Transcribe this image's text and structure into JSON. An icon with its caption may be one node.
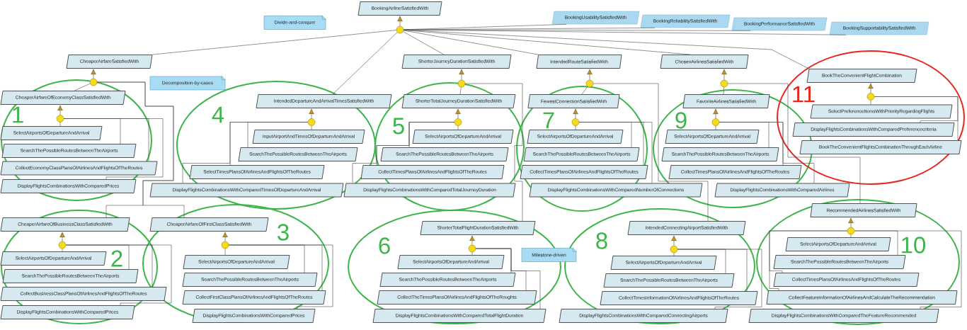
{
  "diagram": {
    "nodes": [
      {
        "text": [
          "BookingAirlineSatisfiedWith"
        ]
      },
      {
        "text": [],
        "shape": "circle"
      },
      {
        "text": [
          "Divide-and-conquer"
        ]
      },
      {
        "text": [
          "BookingUsabilitySatisfiedWith"
        ]
      },
      {
        "text": [
          "BookingReliabilitySatisfiedWith"
        ]
      },
      {
        "text": [
          "BookingPerformanceSatisfiedWith"
        ]
      },
      {
        "text": [
          "BookingSupportabilitySatisfiedWith"
        ]
      },
      {
        "text": [
          "CheaperAirfareSatisfiedWith"
        ]
      },
      {
        "text": [],
        "shape": "circle"
      },
      {
        "text": [
          "Decomposition-by-cases"
        ]
      },
      {
        "text": [
          "ShorterJourneyDurationSatisfiedWith"
        ]
      },
      {
        "text": [],
        "shape": "circle"
      },
      {
        "text": [
          "IntendedRouteSatisfiedWith"
        ]
      },
      {
        "text": [],
        "shape": "circle"
      },
      {
        "text": [
          "ChosenAirlinesSatisfiedWith"
        ]
      },
      {
        "text": [],
        "shape": "circle"
      },
      {
        "text": [
          "CheaperAirfareOfEconomyClassSatisfiedWith"
        ]
      },
      {
        "text": [],
        "shape": "circle"
      },
      {
        "text": [
          "SelectAirportsOfDepartureAndArrival"
        ]
      },
      {
        "text": [
          "SearchThePossibleRoutesBetweenTheAirports"
        ]
      },
      {
        "text": [
          "CollectEconomyClassPlansOfAirlinesAndFlightsOfTheRoutes"
        ]
      },
      {
        "text": [
          "DisplayFlightsCombinationsWithComparedPrices"
        ]
      },
      {
        "text": [
          "IntendedDepartureAndArrivalTimesSatisfiedWith"
        ]
      },
      {
        "text": [],
        "shape": "circle"
      },
      {
        "text": [
          "InputAirportAndTimesOfDepartureAndArrival"
        ]
      },
      {
        "text": [
          "SearchThePossibleRoutesBetweenTheAirports"
        ]
      },
      {
        "text": [
          "SelectTimesPlansOfAirlinesAndFlightsOfTheRoutes"
        ]
      },
      {
        "text": [
          "DisplayFlightsCombinationsWithComparedTimesOfDepartureAndArrival"
        ]
      },
      {
        "text": [
          "ShorterTotalJourneyDurationSatisfiedWith"
        ]
      },
      {
        "text": [],
        "shape": "circle"
      },
      {
        "text": [
          "SelectAirportsOfDepartureAndArrival"
        ]
      },
      {
        "text": [
          "SearchThePossibleRoutesBetweenTheAirports"
        ]
      },
      {
        "text": [
          "CollectTimesPlansOfAirlinesAndFlightsOfTheRoutes"
        ]
      },
      {
        "text": [
          "DisplayFlightsCombinationsWithComparedTotalJourneyDuration"
        ]
      },
      {
        "text": [
          "FewestConnectionSatisfiedWith"
        ]
      },
      {
        "text": [],
        "shape": "circle"
      },
      {
        "text": [
          "SelectAirportsOfDepartureAndArrival"
        ]
      },
      {
        "text": [
          "SearchThePossibleRoutesBetweenTheAirports"
        ]
      },
      {
        "text": [
          "CollectTimesPlansOfAirlinesAndFlightsOfTheRoutes"
        ]
      },
      {
        "text": [
          "DisplayFlightsCombinationsWithComparedNumberOfConnections"
        ]
      },
      {
        "text": [
          "FavoriteAirlinesSatisfiedWith"
        ]
      },
      {
        "text": [],
        "shape": "circle"
      },
      {
        "text": [
          "SelectAirportsOfDepartureAndArrival"
        ]
      },
      {
        "text": [
          "SearchThePossibleRoutesBetweenTheAirports"
        ]
      },
      {
        "text": [
          "CollectTimesPlansOfAirlinesAndFlightsOfTheRoutes"
        ]
      },
      {
        "text": [
          "DisplayFlightsCombinationsWithComparedAirlines"
        ]
      },
      {
        "text": [
          "BookTheConvenientFlightCombination"
        ]
      },
      {
        "text": [],
        "shape": "circle"
      },
      {
        "text": [
          "SelectPreferenceItemsWithPriorityRegardingFlights"
        ]
      },
      {
        "text": [
          "DisplayFlightsCombinationsWithComparedPreferencecriteria"
        ]
      },
      {
        "text": [
          "BookTheConvenientFlightsCombinationThroughEachAirline"
        ]
      },
      {
        "text": [
          "CheaperAirfareOfBusinessClassSatisfiedWith"
        ]
      },
      {
        "text": [],
        "shape": "circle"
      },
      {
        "text": [
          "SelectAirportsOfDepartureAndArrival"
        ]
      },
      {
        "text": [
          "SearchThePossibleRoutesBetweenTheAirports"
        ]
      },
      {
        "text": [
          "CollectBusinessClassPlansOfAirlinesAndFlightsOfTheRoutes"
        ]
      },
      {
        "text": [
          "DisplayFlightsCombinationsWithComparedPrices"
        ]
      },
      {
        "text": [
          "CheaperAirfareOfFirstClassSatisfiedWith"
        ]
      },
      {
        "text": [],
        "shape": "circle"
      },
      {
        "text": [
          "SelectAirportsOfDepartureAndArrival"
        ]
      },
      {
        "text": [
          "SearchThePossibleRoutesBetweenTheAirports"
        ]
      },
      {
        "text": [
          "CollectFirstClassPlansOfAirlinesAndFlightsOfTheRoutes"
        ]
      },
      {
        "text": [
          "DisplayFlightsCombinationsWithComparedPrices"
        ]
      },
      {
        "text": [
          "ShorterTotalFlightDurationSatisfiedWith"
        ]
      },
      {
        "text": [],
        "shape": "circle"
      },
      {
        "text": [
          "SelectAirportsOfDepartureAndArrival"
        ]
      },
      {
        "text": [
          "SearchThePossibleRoutesBetweenTheAirports"
        ]
      },
      {
        "text": [
          "CollectTheTimesPlansOfAirlinesAndFlightsOfTheRoughts"
        ]
      },
      {
        "text": [
          "DisplayFlightsCombinationsWithComparedTotalFlightDuration"
        ]
      },
      {
        "text": [
          "Milestone-driven"
        ]
      },
      {
        "text": [
          "IntendedConnectingAirportSatisfiedWith"
        ]
      },
      {
        "text": [],
        "shape": "circle"
      },
      {
        "text": [
          "SelectAirportsOfDepartureAndArrival"
        ]
      },
      {
        "text": [
          "SearchThePossibleRoutesBetweenTheAirports"
        ]
      },
      {
        "text": [
          "CollectTimesInformationOfAirlinesAndFlightsOfTheRoutes"
        ]
      },
      {
        "text": [
          "DisplayFlightsCombinationsWithComparedConnectingAirports"
        ]
      },
      {
        "text": [
          "RecommendedAirlinesSatisfiedWith"
        ]
      },
      {
        "text": [],
        "shape": "circle"
      },
      {
        "text": [
          "SelectAirportsOfDepartureAndArrival"
        ]
      },
      {
        "text": [
          "SearchThePossibleRoutesBetweenTheAirports"
        ]
      },
      {
        "text": [
          "CollectTimesPlansOfAirlinesAndFlightsOfTheRoutes"
        ]
      },
      {
        "text": [
          "CollectFeatureInformationOfAirlinesAndCalculateTheRecommendation"
        ]
      },
      {
        "text": [
          "DisplayFlightsCombinationsWithComparedTheFeatureRecommended"
        ]
      }
    ],
    "edges": [
      {
        "from": 1,
        "to": 0,
        "arrow": "to"
      },
      {
        "from": 1,
        "to": 7,
        "arrow": "none"
      },
      {
        "from": 1,
        "to": 22,
        "arrow": "none"
      },
      {
        "from": 1,
        "to": 10,
        "arrow": "none"
      },
      {
        "from": 1,
        "to": 12,
        "arrow": "none"
      },
      {
        "from": 1,
        "to": 14,
        "arrow": "none"
      },
      {
        "from": 1,
        "to": 46,
        "arrow": "none"
      },
      {
        "from": 1,
        "to": 3,
        "arrow": "none"
      },
      {
        "from": 1,
        "to": 4,
        "arrow": "none"
      },
      {
        "from": 1,
        "to": 5,
        "arrow": "none"
      },
      {
        "from": 1,
        "to": 6,
        "arrow": "none"
      },
      {
        "from": 8,
        "to": 7,
        "arrow": "to"
      },
      {
        "from": 8,
        "to": 16,
        "arrow": "none"
      },
      {
        "from": 8,
        "to": 51,
        "arrow": "none"
      },
      {
        "from": 8,
        "to": 57,
        "arrow": "none"
      },
      {
        "from": 17,
        "to": 16,
        "arrow": "to"
      },
      {
        "from": 17,
        "to": 18,
        "arrow": "none"
      },
      {
        "from": 17,
        "to": 19,
        "arrow": "none"
      },
      {
        "from": 17,
        "to": 20,
        "arrow": "none"
      },
      {
        "from": 17,
        "to": 21,
        "arrow": "none"
      },
      {
        "from": 23,
        "to": 22,
        "arrow": "to"
      },
      {
        "from": 23,
        "to": 24,
        "arrow": "none"
      },
      {
        "from": 23,
        "to": 25,
        "arrow": "none"
      },
      {
        "from": 23,
        "to": 26,
        "arrow": "none"
      },
      {
        "from": 23,
        "to": 27,
        "arrow": "none"
      },
      {
        "from": 11,
        "to": 10,
        "arrow": "to"
      },
      {
        "from": 11,
        "to": 28,
        "arrow": "none"
      },
      {
        "from": 11,
        "to": 63,
        "arrow": "none"
      },
      {
        "from": 29,
        "to": 28,
        "arrow": "to"
      },
      {
        "from": 29,
        "to": 30,
        "arrow": "none"
      },
      {
        "from": 29,
        "to": 31,
        "arrow": "none"
      },
      {
        "from": 29,
        "to": 32,
        "arrow": "none"
      },
      {
        "from": 29,
        "to": 33,
        "arrow": "none"
      },
      {
        "from": 13,
        "to": 12,
        "arrow": "to"
      },
      {
        "from": 13,
        "to": 34,
        "arrow": "none"
      },
      {
        "from": 13,
        "to": 70,
        "arrow": "none"
      },
      {
        "from": 35,
        "to": 34,
        "arrow": "to"
      },
      {
        "from": 35,
        "to": 36,
        "arrow": "none"
      },
      {
        "from": 35,
        "to": 37,
        "arrow": "none"
      },
      {
        "from": 35,
        "to": 38,
        "arrow": "none"
      },
      {
        "from": 35,
        "to": 39,
        "arrow": "none"
      },
      {
        "from": 15,
        "to": 14,
        "arrow": "to"
      },
      {
        "from": 15,
        "to": 40,
        "arrow": "none"
      },
      {
        "from": 15,
        "to": 76,
        "arrow": "none"
      },
      {
        "from": 41,
        "to": 40,
        "arrow": "to"
      },
      {
        "from": 41,
        "to": 42,
        "arrow": "none"
      },
      {
        "from": 41,
        "to": 43,
        "arrow": "none"
      },
      {
        "from": 41,
        "to": 44,
        "arrow": "none"
      },
      {
        "from": 41,
        "to": 45,
        "arrow": "none"
      },
      {
        "from": 47,
        "to": 46,
        "arrow": "to"
      },
      {
        "from": 47,
        "to": 48,
        "arrow": "none"
      },
      {
        "from": 47,
        "to": 49,
        "arrow": "none"
      },
      {
        "from": 47,
        "to": 50,
        "arrow": "none"
      },
      {
        "from": 52,
        "to": 51,
        "arrow": "to"
      },
      {
        "from": 52,
        "to": 53,
        "arrow": "none"
      },
      {
        "from": 52,
        "to": 54,
        "arrow": "none"
      },
      {
        "from": 52,
        "to": 55,
        "arrow": "none"
      },
      {
        "from": 52,
        "to": 56,
        "arrow": "none"
      },
      {
        "from": 58,
        "to": 57,
        "arrow": "to"
      },
      {
        "from": 58,
        "to": 59,
        "arrow": "none"
      },
      {
        "from": 58,
        "to": 60,
        "arrow": "none"
      },
      {
        "from": 58,
        "to": 61,
        "arrow": "none"
      },
      {
        "from": 58,
        "to": 62,
        "arrow": "none"
      },
      {
        "from": 64,
        "to": 63,
        "arrow": "to"
      },
      {
        "from": 64,
        "to": 65,
        "arrow": "none"
      },
      {
        "from": 64,
        "to": 66,
        "arrow": "none"
      },
      {
        "from": 64,
        "to": 67,
        "arrow": "none"
      },
      {
        "from": 64,
        "to": 68,
        "arrow": "none"
      },
      {
        "from": 71,
        "to": 70,
        "arrow": "to"
      },
      {
        "from": 71,
        "to": 72,
        "arrow": "none"
      },
      {
        "from": 71,
        "to": 73,
        "arrow": "none"
      },
      {
        "from": 71,
        "to": 74,
        "arrow": "none"
      },
      {
        "from": 71,
        "to": 75,
        "arrow": "none"
      },
      {
        "from": 77,
        "to": 76,
        "arrow": "to"
      },
      {
        "from": 77,
        "to": 78,
        "arrow": "none"
      },
      {
        "from": 77,
        "to": 79,
        "arrow": "none"
      },
      {
        "from": 77,
        "to": 80,
        "arrow": "none"
      },
      {
        "from": 77,
        "to": 81,
        "arrow": "none"
      },
      {
        "from": 77,
        "to": 82,
        "arrow": "none"
      }
    ],
    "labels": [
      "1",
      "4",
      "5",
      "7",
      "9",
      "11",
      "2",
      "3",
      "6",
      "8",
      "10"
    ]
  }
}
